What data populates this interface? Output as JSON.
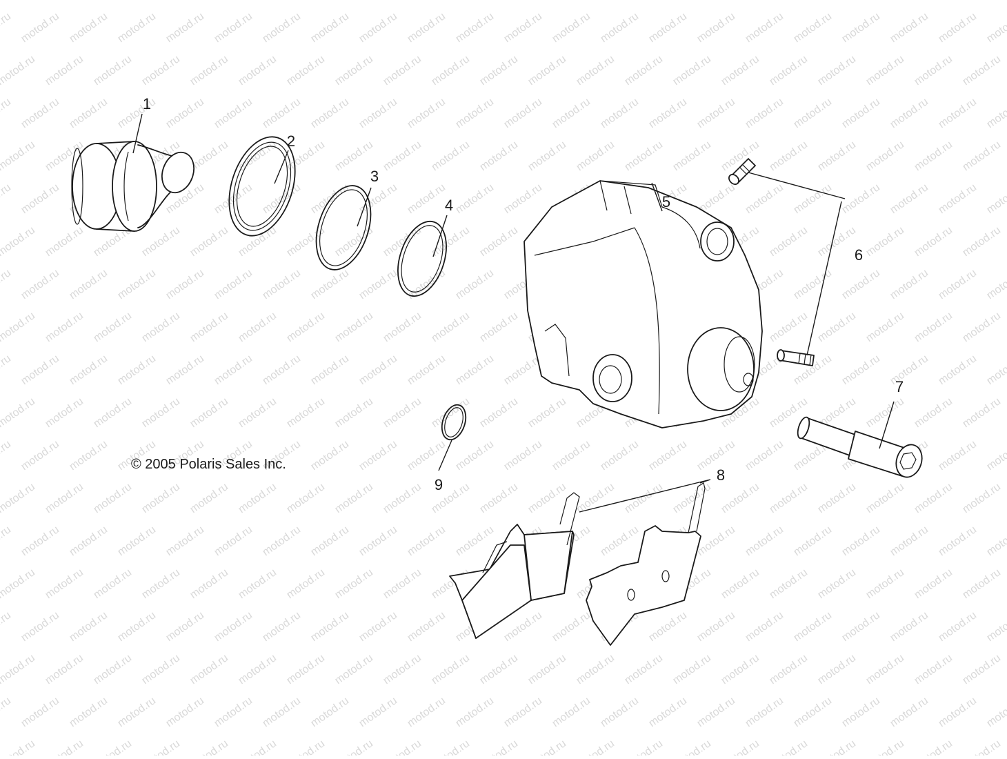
{
  "watermark": "motod.ru",
  "copyright": "© 2005 Polaris Sales Inc.",
  "callouts": {
    "c1": "1",
    "c2": "2",
    "c3": "3",
    "c4": "4",
    "c5": "5",
    "c6": "6",
    "c7": "7",
    "c8": "8",
    "c9": "9"
  },
  "colors": {
    "line": "#1a1a1a",
    "watermark": "#d9d9d9",
    "background": "#ffffff"
  }
}
